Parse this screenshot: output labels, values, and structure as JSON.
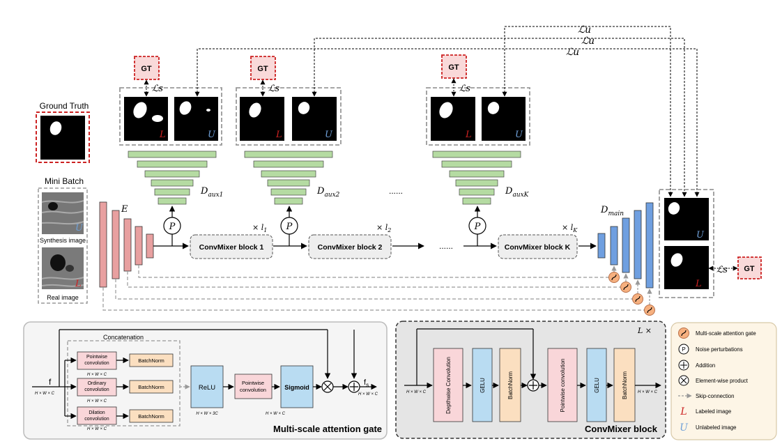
{
  "ground_truth_label": "Ground Truth",
  "mini_batch": {
    "title": "Mini Batch",
    "synthesis_caption": "Synthesis image",
    "real_caption": "Real image",
    "unlabeled_mark": "U",
    "labeled_mark": "L"
  },
  "gt_label": "GT",
  "loss_sup": "ℒs",
  "loss_unsup": "ℒu",
  "encoder_label": "E",
  "perturb_symbol": "P",
  "aux_decoders": [
    "D aux1",
    "D aux2",
    "D auxK"
  ],
  "aux_sub": [
    "aux1",
    "aux2",
    "auxK"
  ],
  "main_decoder": "main",
  "ellipsis": "......",
  "convmixer_blocks": [
    {
      "label": "ConvMixer block 1",
      "repeat": "× l",
      "sub": "1"
    },
    {
      "label": "ConvMixer block 2",
      "repeat": "× l",
      "sub": "2"
    },
    {
      "label": "ConvMixer block K",
      "repeat": "× l",
      "sub": "K"
    }
  ],
  "msag": {
    "title": "Multi-scale attention gate",
    "concat_label": "Concatenation",
    "input": "f",
    "input_dim": "H × W × C",
    "branches": [
      {
        "conv": "Pointwise convolution",
        "norm": "BatchNorm",
        "dim": "H × W × C"
      },
      {
        "conv": "Ordinary convolution",
        "norm": "BatchNorm",
        "dim": "H × W × C"
      },
      {
        "conv": "Dilation convolution",
        "norm": "BatchNorm",
        "dim": "H × W × C"
      }
    ],
    "relu": "ReLU",
    "relu_dim": "H × W × 3C",
    "pointwise": "Pointwise convolution",
    "sigmoid": "Sigmoid",
    "sigmoid_dim": "H × W × C",
    "output": "f",
    "output_sub": "s",
    "output_dim": "H × W × C"
  },
  "convmixer": {
    "title": "ConvMixer block",
    "repeat": "L ×",
    "in_dim": "H × W × C",
    "out_dim": "H × W × C",
    "layers": [
      "Depthwise Convolution",
      "GELU",
      "BatchNorm",
      "Pointwise convolution",
      "GELU",
      "BatchNorm"
    ]
  },
  "legend": [
    {
      "icon": "attention-gate-icon",
      "text": "Multi-scale attention gate"
    },
    {
      "icon": "noise-icon",
      "text": "Noise perturbations"
    },
    {
      "icon": "addition-icon",
      "text": "Addition"
    },
    {
      "icon": "product-icon",
      "text": "Element-wise product"
    },
    {
      "icon": "skip-arrow-icon",
      "text": "Skip-connection"
    },
    {
      "icon": "labeled-icon",
      "text": "Labeled image"
    },
    {
      "icon": "unlabeled-icon",
      "text": "Unlabeled image"
    }
  ],
  "colors": {
    "encoder": "#e8a0a0",
    "aux": "#b5dba2",
    "main": "#6f9fe0",
    "gt_bg": "#f9d9d9",
    "gt_border": "#cc2222",
    "relu": "#b9dcf2",
    "pointwise": "#f9d6d9",
    "batchnorm": "#fbdfc0",
    "gelu": "#b9dcf2",
    "attention_gate": "#f6b07f",
    "legend_bg": "#fdf5e6",
    "labeled": "#cc2222",
    "unlabeled": "#6fa0d8"
  }
}
